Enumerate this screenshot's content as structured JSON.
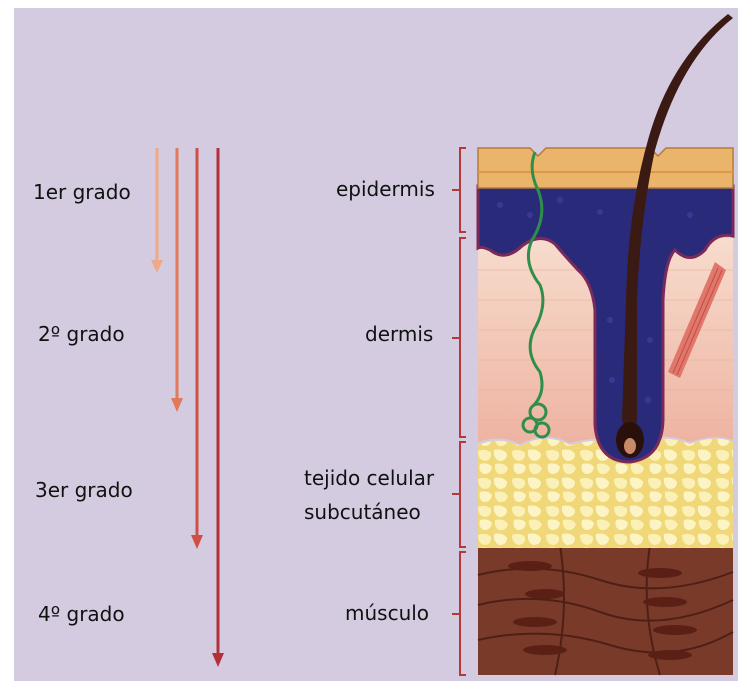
{
  "grades": [
    {
      "label": "1er grado",
      "color": "#eeaa88"
    },
    {
      "label": "2º grado",
      "color": "#e07a5a"
    },
    {
      "label": "3er grado",
      "color": "#cf4f45"
    },
    {
      "label": "4º grado",
      "color": "#b3303a"
    }
  ],
  "layers": [
    {
      "label": "epidermis"
    },
    {
      "label": "dermis"
    },
    {
      "label_line1": "tejido celular",
      "label_line2": "subcutáneo"
    },
    {
      "label": "músculo"
    }
  ],
  "colors": {
    "background": "#d4cbe0",
    "bracket": "#b43a3a",
    "epidermis_top": "#eab56a",
    "epidermis_basal": "#2a2a7a",
    "dermis": "#f2c8b8",
    "fat": "#f7e7a0",
    "muscle": "#7a3a2a",
    "hair": "#3a1a12",
    "vessel": "#2f8f4a"
  }
}
